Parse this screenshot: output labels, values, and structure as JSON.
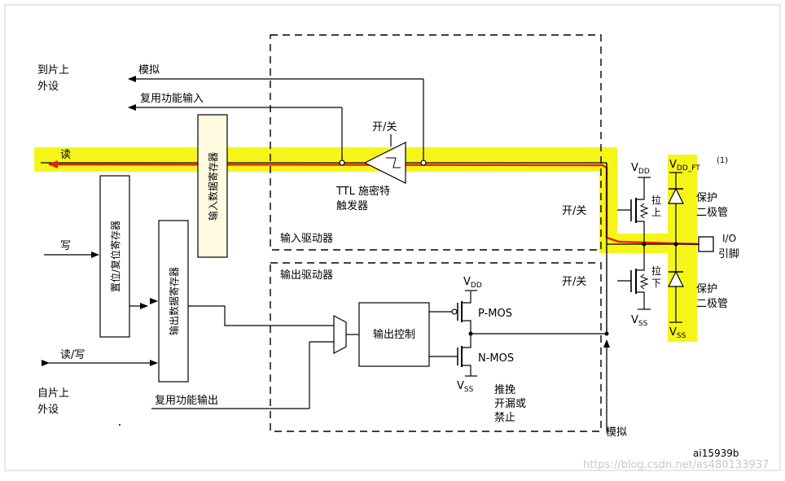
{
  "labels": {
    "to_onchip_peripheral": [
      "到片上",
      "外设"
    ],
    "from_onchip_peripheral": [
      "自片上",
      "外设"
    ],
    "analog_top": "模拟",
    "alt_func_input": "复用功能输入",
    "read": "读",
    "write": "写",
    "read_write": "读/写",
    "alt_func_output": "复用功能输出",
    "input_data_register": "输入数据寄存器",
    "bit_set_reset_register": "置位/复位寄存器",
    "output_data_register": "输出数据寄存器",
    "on_off_schmitt": "开/关",
    "ttl_schmitt": [
      "TTL 施密特",
      "触发器"
    ],
    "input_driver": "输入驱动器",
    "output_driver": "输出驱动器",
    "on_off_pullup": "开/关",
    "on_off_pulldown": "开/关",
    "vdd": "V",
    "vdd_sub": "DD",
    "vss": "V",
    "vss_sub": "SS",
    "pull_up": [
      "拉",
      "上"
    ],
    "pull_down": [
      "拉",
      "下"
    ],
    "vdd_ft": "V",
    "vdd_ft_sub": "DD_FT",
    "footnote_ref": "(1)",
    "protection_diode_top": [
      "保护",
      "二极管"
    ],
    "protection_diode_bottom": [
      "保护",
      "二极管"
    ],
    "io_pin": [
      "I/O",
      "引脚"
    ],
    "output_control": "输出控制",
    "p_mos": "P-MOS",
    "n_mos": "N-MOS",
    "push_pull": [
      "推挽",
      "开漏或",
      "禁止"
    ],
    "analog_bottom": "模拟",
    "figure_id": "ai15939b",
    "watermark": "https://blog.csdn.net/as480133937"
  },
  "colors": {
    "highlight": "#f5f51a",
    "signal_path": "#e8201a",
    "line": "#000000",
    "register_fill": "#fffbe0",
    "io_pad_fill": "#ffffff"
  }
}
